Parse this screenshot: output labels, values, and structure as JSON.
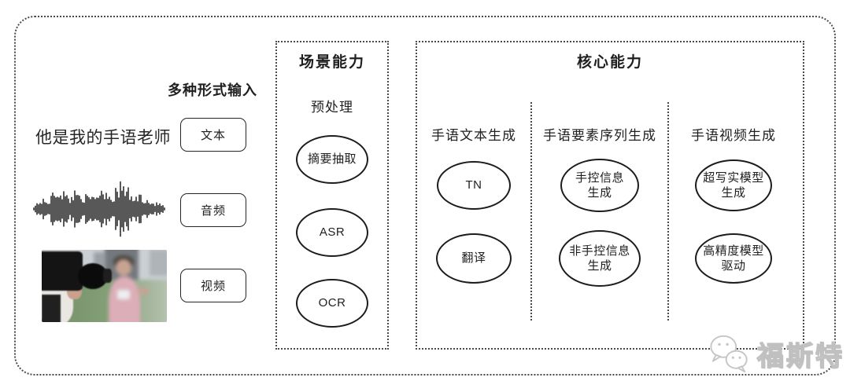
{
  "input_section": {
    "header": "多种形式输入",
    "sample_text": "他是我的手语老师",
    "text_label": "文本",
    "audio_label": "音频",
    "video_label": "视频"
  },
  "scene_panel": {
    "title": "场景能力",
    "stage_label": "预处理",
    "nodes": [
      "摘要抽取",
      "ASR",
      "OCR"
    ]
  },
  "core_panel": {
    "title": "核心能力",
    "columns": [
      {
        "header": "手语文本生成",
        "nodes": [
          "TN",
          "翻译"
        ]
      },
      {
        "header": "手语要素序列生成",
        "nodes": [
          "手控信息生成",
          "非手控信息生成"
        ]
      },
      {
        "header": "手语视频生成",
        "nodes": [
          "超写实模型生成",
          "高精度模型驱动"
        ]
      }
    ]
  },
  "watermark": {
    "text": "福斯特",
    "icon": "wechat-bubbles",
    "color": "#c0c0c0"
  },
  "colors": {
    "dotted_line": "#4b4b4b",
    "node_border": "#1c1c1c",
    "text": "#1f1f1f"
  }
}
